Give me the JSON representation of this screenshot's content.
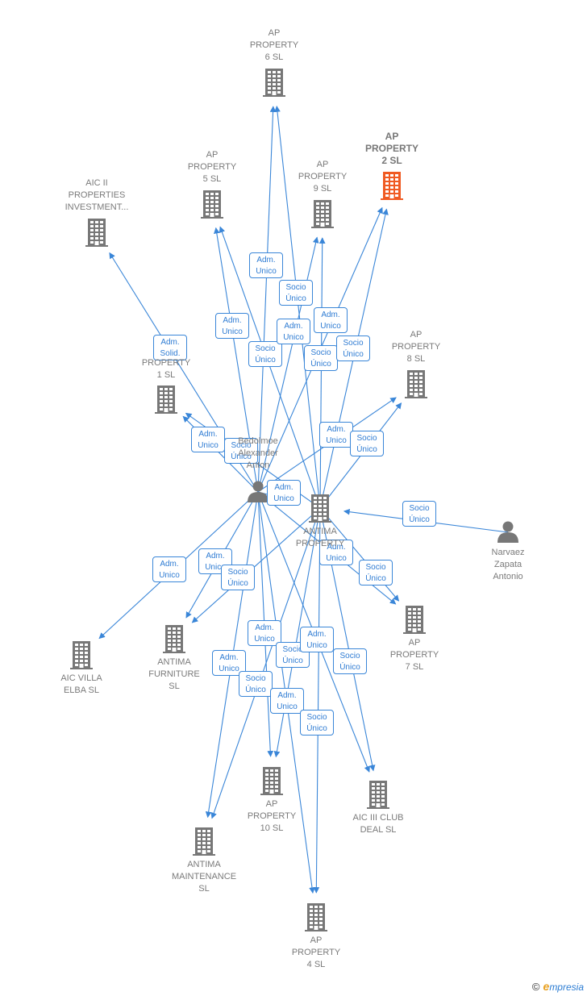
{
  "colors": {
    "edge": "#3a86d8",
    "node": "#777777",
    "highlight": "#f05a22"
  },
  "nodes": [
    {
      "id": "ap6",
      "label": "AP\nPROPERTY\n6  SL",
      "type": "company"
    },
    {
      "id": "ap2",
      "label": "AP\nPROPERTY\n2  SL",
      "type": "company",
      "highlight": true
    },
    {
      "id": "ap5",
      "label": "AP\nPROPERTY\n5  SL",
      "type": "company"
    },
    {
      "id": "ap9",
      "label": "AP\nPROPERTY\n9  SL",
      "type": "company"
    },
    {
      "id": "aic2",
      "label": "AIC II\nPROPERTIES\nINVESTMENT...",
      "type": "company"
    },
    {
      "id": "ap8",
      "label": "AP\nPROPERTY\n8  SL",
      "type": "company"
    },
    {
      "id": "ap1",
      "label": "PROPERTY\n1  SL",
      "type": "company"
    },
    {
      "id": "pers1",
      "label": "Bedolmoe\nAlexander\nAnton",
      "type": "person"
    },
    {
      "id": "antp",
      "label": "ANTIMA\nPROPERTY",
      "type": "company"
    },
    {
      "id": "narv",
      "label": "Narvaez\nZapata\nAntonio",
      "type": "person"
    },
    {
      "id": "ap7",
      "label": "AP\nPROPERTY\n7  SL",
      "type": "company"
    },
    {
      "id": "villa",
      "label": "AIC VILLA\nELBA  SL",
      "type": "company"
    },
    {
      "id": "furn",
      "label": "ANTIMA\nFURNITURE\nSL",
      "type": "company"
    },
    {
      "id": "ap10",
      "label": "AP\nPROPERTY\n10  SL",
      "type": "company"
    },
    {
      "id": "aic3",
      "label": "AIC III CLUB\nDEAL  SL",
      "type": "company"
    },
    {
      "id": "maint",
      "label": "ANTIMA\nMAINTENANCE\nSL",
      "type": "company"
    },
    {
      "id": "ap4",
      "label": "AP\nPROPERTY\n4  SL",
      "type": "company"
    }
  ],
  "edges": [
    {
      "from": "pers1",
      "to": "ap6",
      "label": "Adm.\nUnico"
    },
    {
      "from": "antp",
      "to": "ap6",
      "label": "Socio\nÚnico"
    },
    {
      "from": "pers1",
      "to": "ap5",
      "label": "Adm.\nUnico"
    },
    {
      "from": "antp",
      "to": "ap5",
      "label": "Socio\nÚnico"
    },
    {
      "from": "pers1",
      "to": "ap9",
      "label": "Adm.\nUnico"
    },
    {
      "from": "antp",
      "to": "ap9",
      "label": "Socio\nÚnico"
    },
    {
      "from": "pers1",
      "to": "ap2",
      "label": "Adm.\nUnico"
    },
    {
      "from": "antp",
      "to": "ap2",
      "label": "Socio\nÚnico"
    },
    {
      "from": "pers1",
      "to": "aic2",
      "label": "Adm.\nSolid."
    },
    {
      "from": "pers1",
      "to": "ap8",
      "label": "Adm.\nUnico"
    },
    {
      "from": "antp",
      "to": "ap8",
      "label": "Socio\nÚnico"
    },
    {
      "from": "pers1",
      "to": "ap1",
      "label": "Adm.\nUnico"
    },
    {
      "from": "antp",
      "to": "ap1",
      "label": "Socio\nÚnico"
    },
    {
      "from": "pers1",
      "to": "antp",
      "label": "Adm.\nUnico"
    },
    {
      "from": "narv",
      "to": "antp",
      "label": "Socio\nÚnico"
    },
    {
      "from": "pers1",
      "to": "villa",
      "label": "Adm.\nUnico"
    },
    {
      "from": "pers1",
      "to": "furn",
      "label": "Adm.\nUnico"
    },
    {
      "from": "antp",
      "to": "furn",
      "label": "Socio\nÚnico"
    },
    {
      "from": "pers1",
      "to": "ap7",
      "label": "Adm.\nUnico"
    },
    {
      "from": "antp",
      "to": "ap7",
      "label": "Socio\nÚnico"
    },
    {
      "from": "pers1",
      "to": "ap10",
      "label": "Adm.\nUnico"
    },
    {
      "from": "antp",
      "to": "ap10",
      "label": "Socio\nÚnico"
    },
    {
      "from": "pers1",
      "to": "aic3",
      "label": "Adm.\nUnico"
    },
    {
      "from": "antp",
      "to": "aic3",
      "label": "Socio\nÚnico"
    },
    {
      "from": "pers1",
      "to": "maint",
      "label": "Adm.\nUnico"
    },
    {
      "from": "antp",
      "to": "maint",
      "label": "Socio\nÚnico"
    },
    {
      "from": "pers1",
      "to": "ap4",
      "label": "Adm.\nUnico"
    },
    {
      "from": "antp",
      "to": "ap4",
      "label": "Socio\nÚnico"
    }
  ],
  "footer": {
    "copyright": "©",
    "brand_e": "e",
    "brand_rest": "mpresia"
  }
}
